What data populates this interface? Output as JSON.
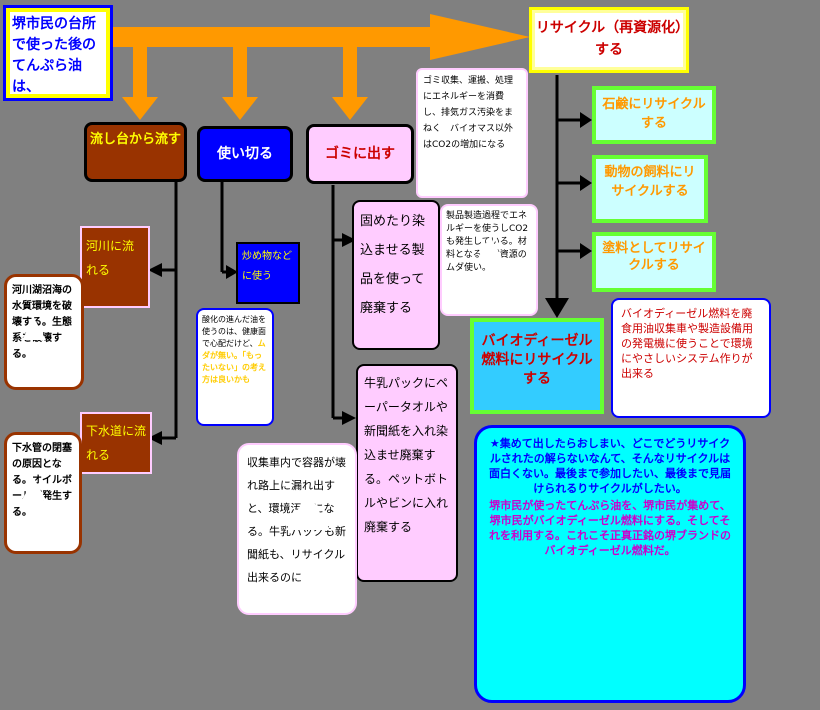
{
  "title": "堺市民の台所で使った後のてんぷら油は、",
  "recycle": "リサイクル（再資源化）する",
  "branch_sink": "流し台から流す",
  "branch_use_up": "使い切る",
  "branch_trash": "ゴミに出す",
  "garbage_note": "ゴミ収集、運搬、処理にエネルギーを消費し、排気ガス汚染をまねく　バイオマス以外はCO2の増加になる",
  "river": "河川に流れる",
  "river_effect": "河川湖沼海の水質環境を破壊する。生態系を破壊する。",
  "sewer": "下水道に流れる",
  "sewer_effect": "下水管の閉塞の原因となる。オイルボールが発生する。",
  "stir_fry": "炒め物などに使う",
  "oxidized_note_a": "酸化の進んだ油を使うのは、健康面で心配だけど、",
  "oxidized_note_b": "ムダが無い。「もったいない」の考え方は良いかも",
  "solidify": "固めたり染込ませる製品を使って廃棄する",
  "product_note": "製品製造過程でエネルギーを使うしCO2も発生している。材料となる天然資源のムダ使い。",
  "milk_pack": "牛乳パックにペーパータオルや新聞紙を入れ染込ませ廃棄する。ペットボトルやビンに入れ廃棄する",
  "truck_note": "収集車内で容器が壊れ路上に漏れ出すと、環境汚染になる。牛乳パックも新聞紙も、リサイクル出来るのに",
  "soap": "石鹸にリサイクルする",
  "feed": "動物の飼料にリサイクルする",
  "paint": "塗料としてリサイクルする",
  "bdf": "バイオディーゼル燃料にリサイクルする",
  "bdf_note": "バイオディーゼル燃料を廃食用油収集車や製造設備用の発電機に使うことで環境にやさしいシステム作りが出来る",
  "final_a": "★集めて出したらおしまい、どこでどうリサイクルされたの解らないなんて、そんなリサイクルは面白くない。最後まで参加したい、最後まで見届けられるりサイクルがしたい。",
  "final_b": "堺市民が使ったてんぷら油を、堺市民が集めて、堺市民がバイオディーゼル燃料にする。そしてそれを利用する。これこそ正真正銘の堺ブランドのバイオディーゼル燃料だ。",
  "colors": {
    "background": "#808080",
    "arrow_orange": "#ff9900",
    "brown": "#993300",
    "blue": "#0000ff",
    "pink": "#ffccff",
    "cyan": "#ccffff",
    "green": "#66ff33",
    "red": "#cc0000",
    "magenta": "#cc00cc"
  }
}
